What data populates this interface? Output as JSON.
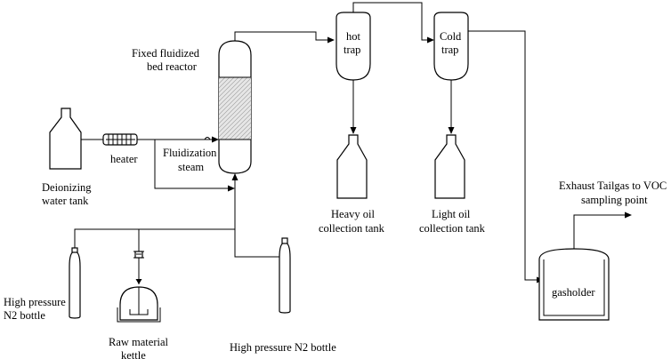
{
  "labels": {
    "reactor": [
      "Fixed fluidized",
      "bed reactor"
    ],
    "hot_trap": [
      "hot",
      "trap"
    ],
    "cold_trap": [
      "Cold",
      "trap"
    ],
    "heater": "heater",
    "fluidization": [
      "Fluidization",
      "steam"
    ],
    "water_tank": [
      "Deionizing",
      "water tank"
    ],
    "heavy_oil": [
      "Heavy oil",
      "collection tank"
    ],
    "light_oil": [
      "Light oil",
      "collection tank"
    ],
    "exhaust": [
      "Exhaust Tailgas to VOC",
      "sampling point"
    ],
    "gasholder": "gasholder",
    "n2_left": [
      "High pressure",
      "N2 bottle"
    ],
    "kettle": [
      "Raw material",
      "kettle"
    ],
    "n2_bottom": "High pressure N2 bottle"
  }
}
